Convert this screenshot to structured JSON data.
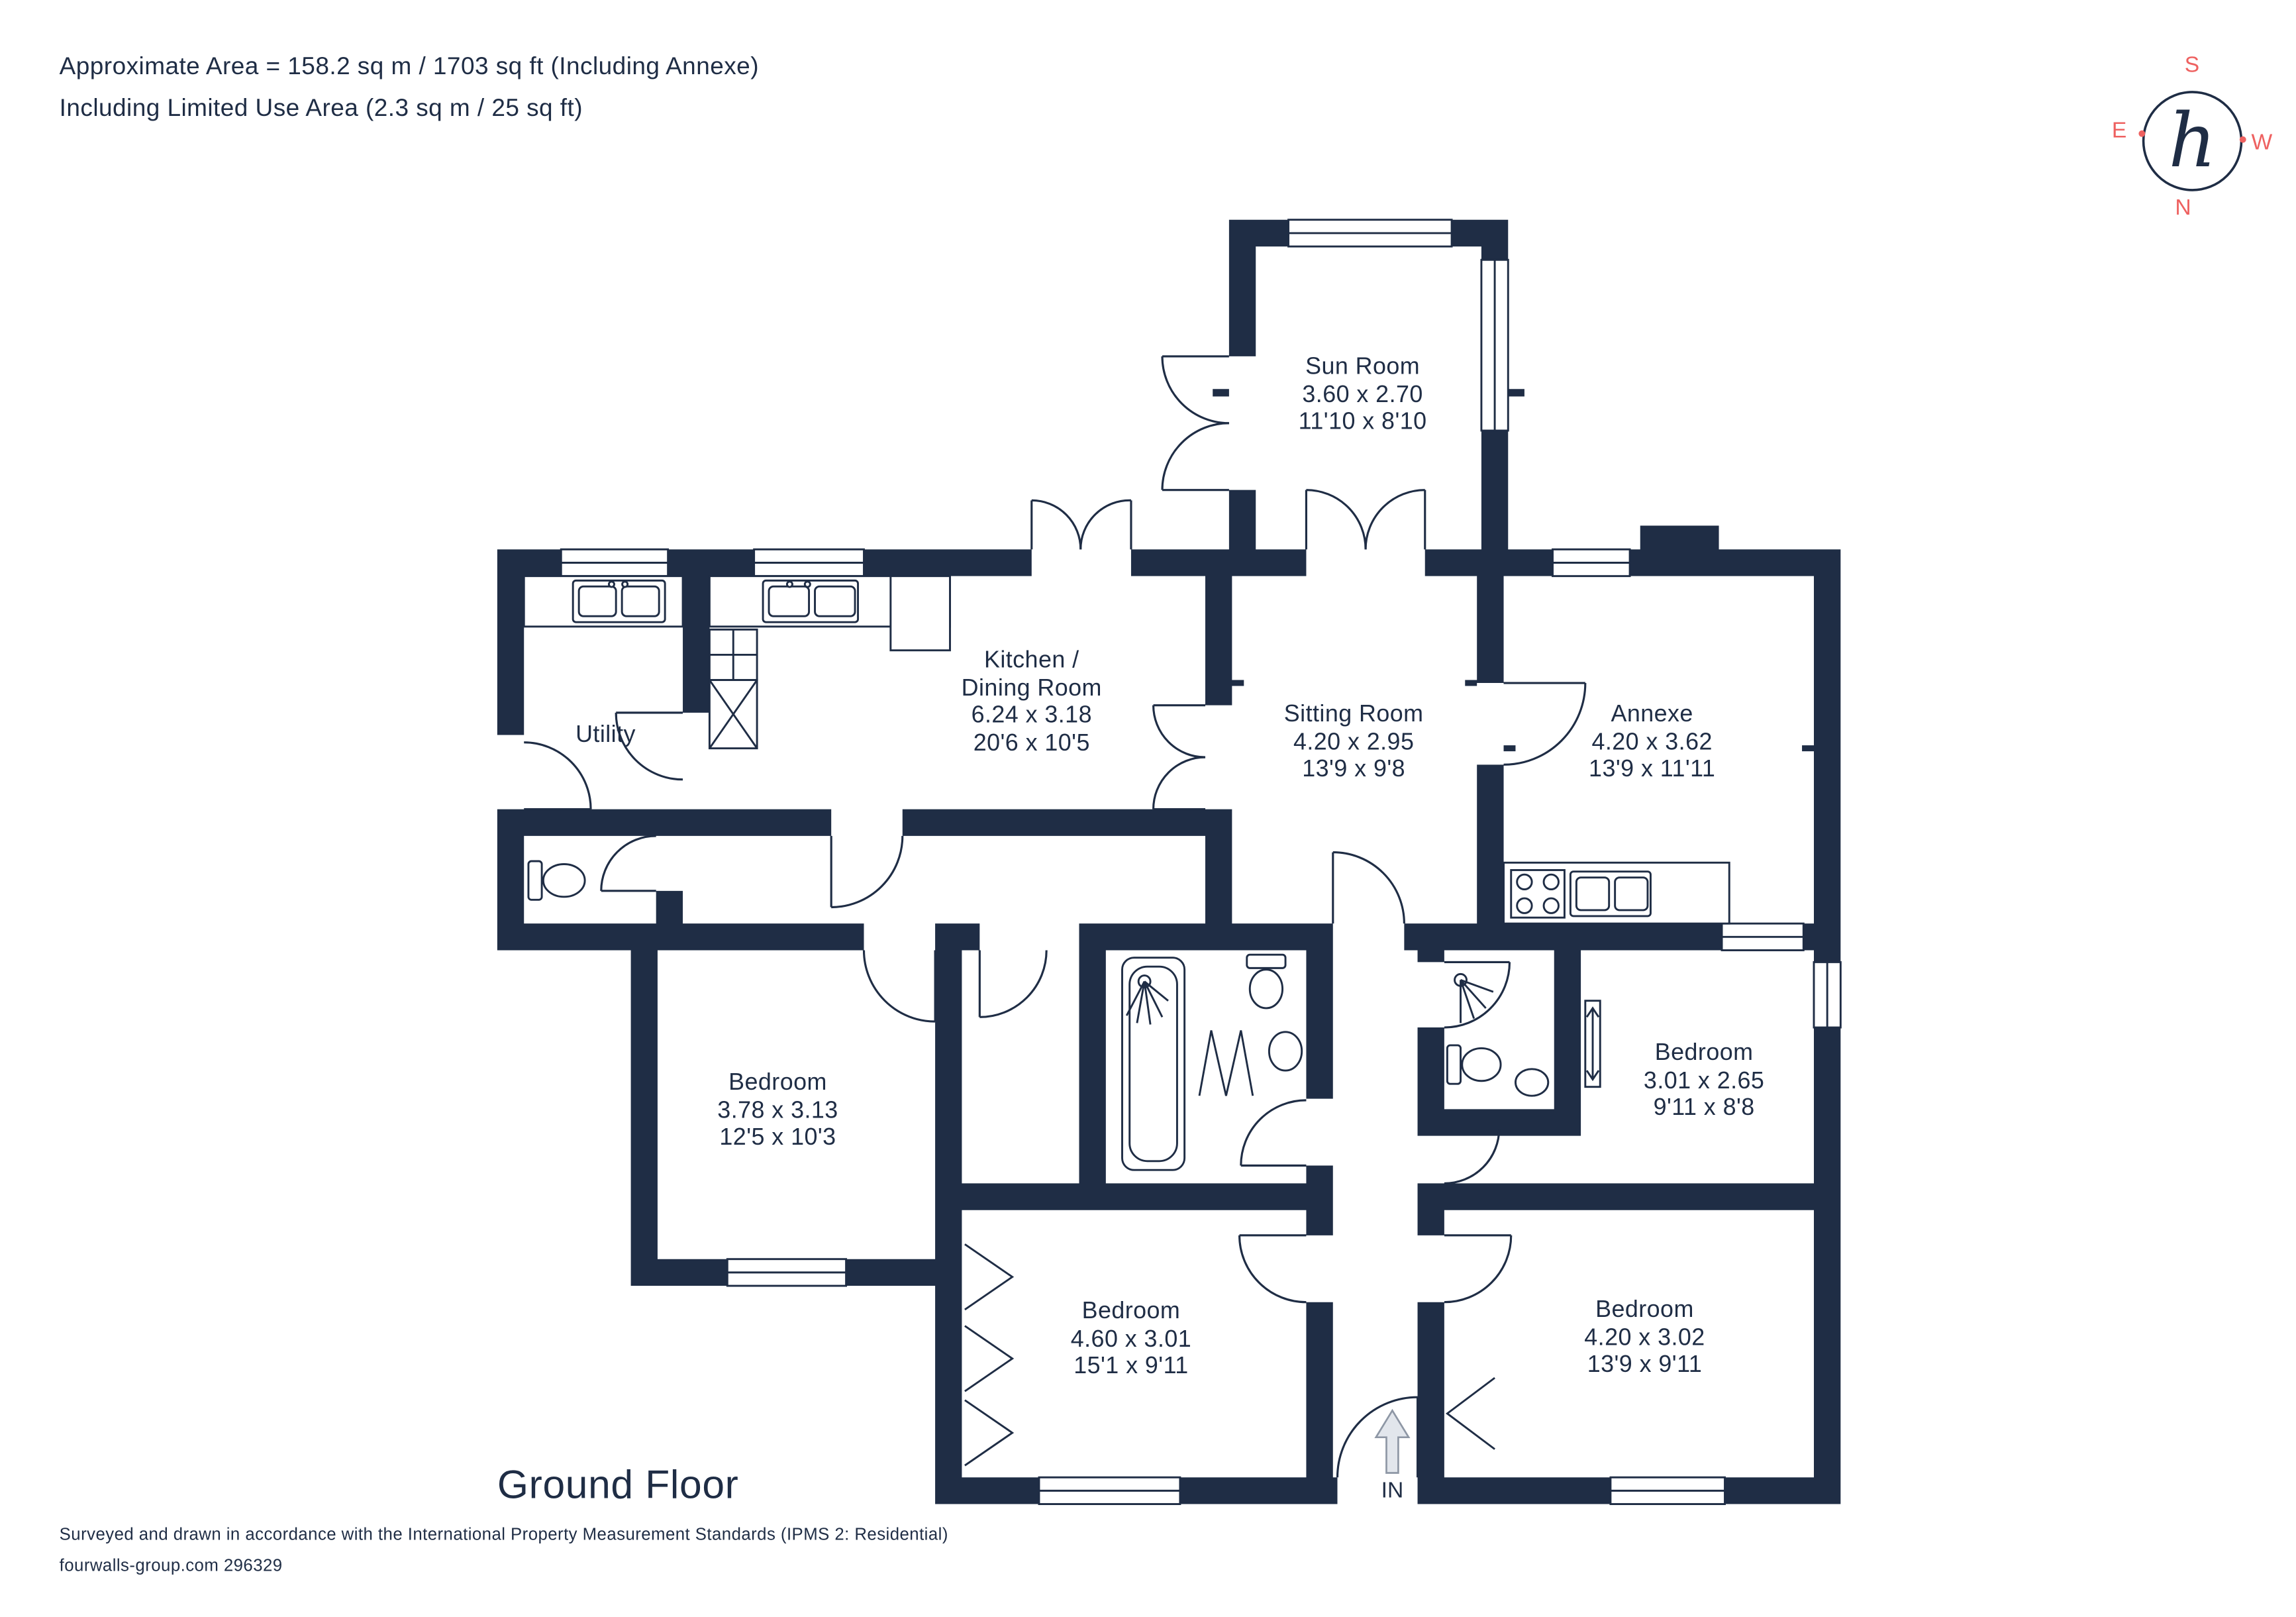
{
  "header": {
    "area_line1": "Approximate Area = 158.2 sq m / 1703 sq ft (Including Annexe)",
    "area_line2": "Including Limited Use Area (2.3 sq m / 25 sq ft)"
  },
  "compass": {
    "n": "N",
    "s": "S",
    "e": "E",
    "w": "W",
    "logo": "h"
  },
  "colors": {
    "wall": "#1f2d45",
    "accent": "#ee6160",
    "background": "#ffffff"
  },
  "rooms": {
    "sun_room": {
      "lines": [
        "Sun Room",
        "3.60 x 2.70",
        "11'10 x 8'10"
      ]
    },
    "kitchen_dining": {
      "lines": [
        "Kitchen /",
        "Dining Room",
        "6.24 x 3.18",
        "20'6 x 10'5"
      ]
    },
    "utility": {
      "lines": [
        "Utility"
      ]
    },
    "sitting_room": {
      "lines": [
        "Sitting Room",
        "4.20 x 2.95",
        "13'9 x 9'8"
      ]
    },
    "annexe": {
      "lines": [
        "Annexe",
        "4.20 x 3.62",
        "13'9 x 11'11"
      ]
    },
    "bedroom_left": {
      "lines": [
        "Bedroom",
        "3.78 x 3.13",
        "12'5 x 10'3"
      ]
    },
    "bedroom_right": {
      "lines": [
        "Bedroom",
        "3.01 x 2.65",
        "9'11 x 8'8"
      ]
    },
    "bedroom_bottom_center": {
      "lines": [
        "Bedroom",
        "4.60 x 3.01",
        "15'1 x 9'11"
      ]
    },
    "bedroom_bottom_right": {
      "lines": [
        "Bedroom",
        "4.20 x 3.02",
        "13'9 x 9'11"
      ]
    }
  },
  "entrance": {
    "label": "IN"
  },
  "floor": {
    "label": "Ground Floor"
  },
  "footer": {
    "line1": "Surveyed and drawn in accordance with the International Property Measurement Standards (IPMS 2: Residential)",
    "line2": "fourwalls-group.com 296329"
  }
}
